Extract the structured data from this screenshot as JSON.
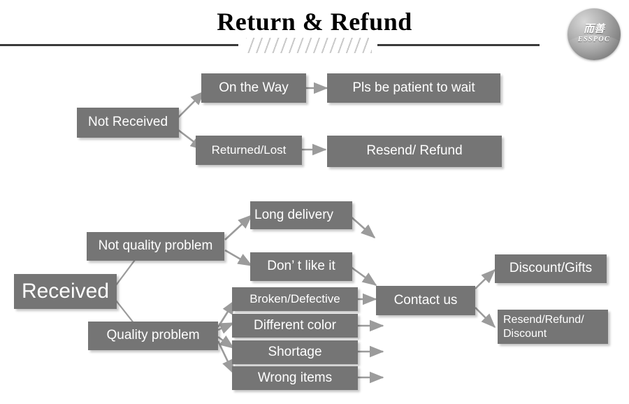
{
  "header": {
    "title": "Return & Refund",
    "logo": {
      "cn": "而善",
      "en": "ESSPOC"
    }
  },
  "flow": {
    "not_received": {
      "root": "Not Received",
      "branches": [
        {
          "cause": "On the Way",
          "action": "Pls be patient to wait"
        },
        {
          "cause": "Returned/Lost",
          "action": "Resend/ Refund"
        }
      ]
    },
    "received": {
      "root": "Received",
      "groups": [
        {
          "label": "Not quality problem",
          "issues": [
            "Long delivery",
            "Don’ t like it"
          ]
        },
        {
          "label": "Quality problem",
          "issues": [
            "Broken/Defective",
            "Different color",
            "Shortage",
            "Wrong items"
          ]
        }
      ],
      "hub": "Contact us",
      "outcomes": [
        "Discount/Gifts",
        "Resend/Refund/ Discount"
      ]
    }
  },
  "colors": {
    "node_fill": "#757575",
    "node_text": "#ffffff",
    "arrow": "#9b9b9b",
    "rule": "#3a3a3a",
    "hatch": "#c9c9c9"
  }
}
